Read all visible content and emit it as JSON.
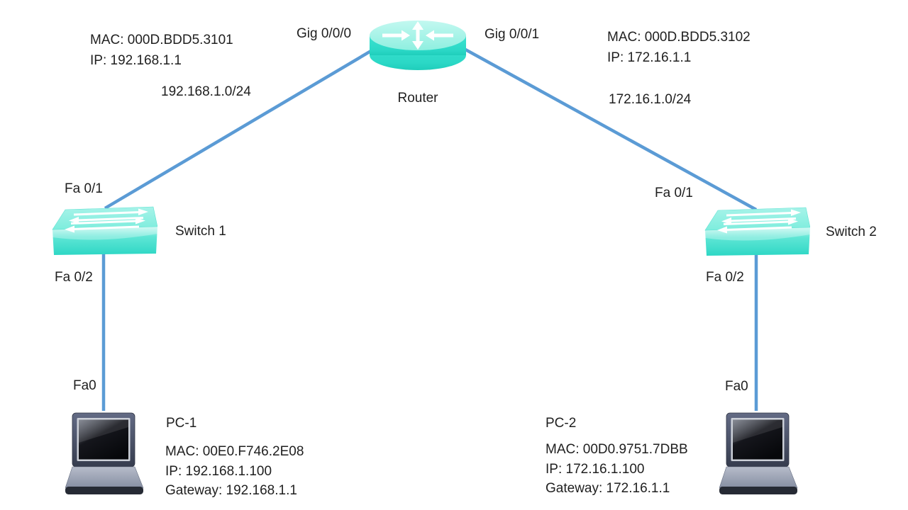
{
  "router": {
    "label": "Router",
    "if_left": "Gig 0/0/0",
    "if_right": "Gig 0/0/1",
    "left": {
      "mac": "MAC: 000D.BDD5.3101",
      "ip": "IP: 192.168.1.1"
    },
    "right": {
      "mac": "MAC: 000D.BDD5.3102",
      "ip": "IP: 172.16.1.1"
    }
  },
  "links": {
    "subnet_left": "192.168.1.0/24",
    "subnet_right": "172.16.1.0/24"
  },
  "switch1": {
    "label": "Switch 1",
    "if_uplink": "Fa 0/1",
    "if_downlink": "Fa 0/2"
  },
  "switch2": {
    "label": "Switch 2",
    "if_uplink": "Fa 0/1",
    "if_downlink": "Fa 0/2"
  },
  "pc1": {
    "label": "PC-1",
    "if": "Fa0",
    "mac": "MAC: 00E0.F746.2E08",
    "ip": "IP: 192.168.1.100",
    "gateway": "Gateway: 192.168.1.1"
  },
  "pc2": {
    "label": "PC-2",
    "if": "Fa0",
    "mac": "MAC: 00D0.9751.7DBB",
    "ip": "IP: 172.16.1.100",
    "gateway": "Gateway: 172.16.1.1"
  },
  "colors": {
    "link_blue": "#5B9BD5",
    "device_teal": "#35E0CD",
    "device_teal_light": "#A9F2E7",
    "laptop_body": "#454B61",
    "laptop_base": "#99A0B2",
    "text": "#1F1F1F"
  }
}
